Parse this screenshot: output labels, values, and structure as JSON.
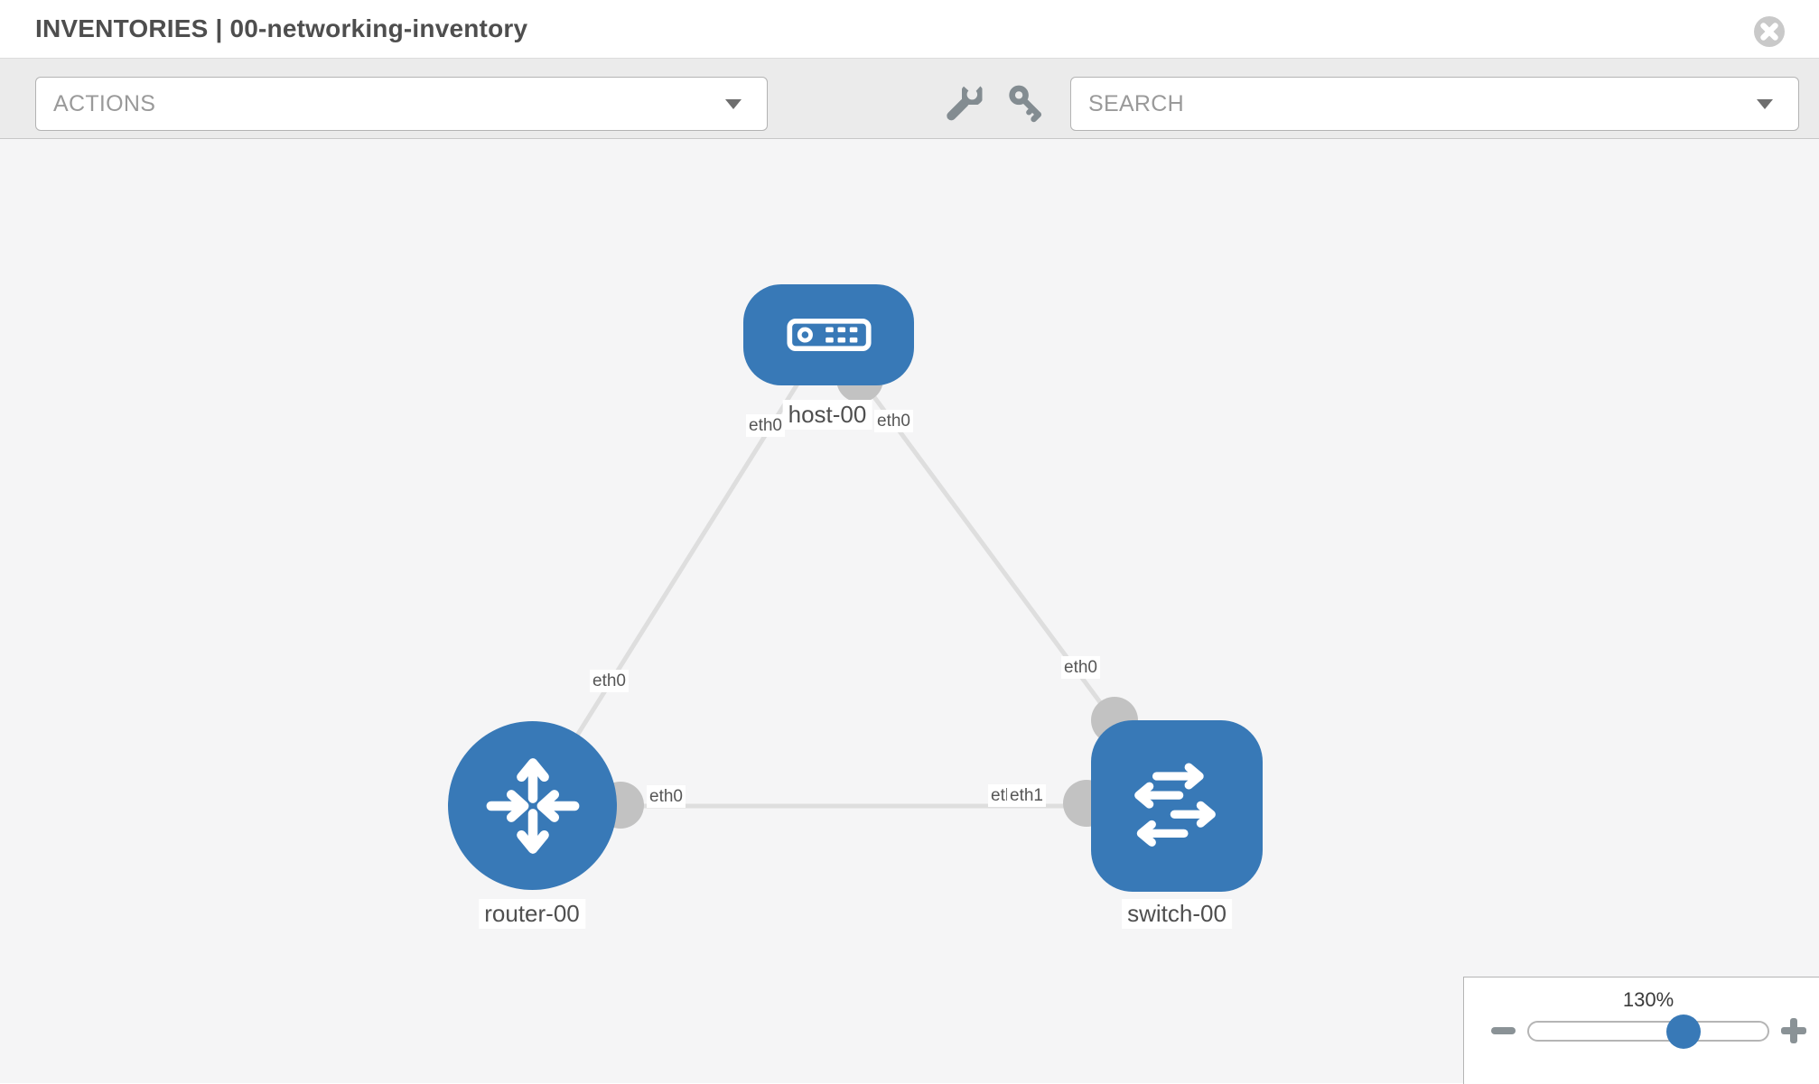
{
  "header": {
    "title": "INVENTORIES | 00-networking-inventory"
  },
  "toolbar": {
    "actions_label": "ACTIONS",
    "search_placeholder": "SEARCH"
  },
  "icons": {
    "close": "x-circle-icon",
    "tools": [
      "wrench-icon",
      "key-icon"
    ],
    "dropdown": "caret-down-icon",
    "zoom": [
      "minus-icon",
      "plus-icon"
    ]
  },
  "topology": {
    "nodes": [
      {
        "id": "host-00",
        "type": "host",
        "label": "host-00"
      },
      {
        "id": "router-00",
        "type": "router",
        "label": "router-00"
      },
      {
        "id": "switch-00",
        "type": "switch",
        "label": "switch-00"
      }
    ],
    "links": [
      {
        "from": "host-00",
        "to": "router-00",
        "from_interface": "eth0",
        "to_interface": "eth0"
      },
      {
        "from": "host-00",
        "to": "switch-00",
        "from_interface": "eth0",
        "to_interface": "eth0"
      },
      {
        "from": "router-00",
        "to": "switch-00",
        "from_interface": "eth0",
        "to_interface": "eth1"
      }
    ],
    "interface_labels": {
      "host_left": "eth0",
      "host_right": "eth0",
      "router_top": "eth0",
      "switch_top": "eth0",
      "mid_router_side": "eth0",
      "mid_switch_side_back": "eth0",
      "mid_switch_side_front": "eth1"
    }
  },
  "zoom_control": {
    "level": "130%"
  },
  "colors": {
    "node_blue": "#3879b7",
    "edge_gray": "#dedede",
    "connector_gray": "#c2c2c2",
    "icon_gray": "#838c91"
  }
}
